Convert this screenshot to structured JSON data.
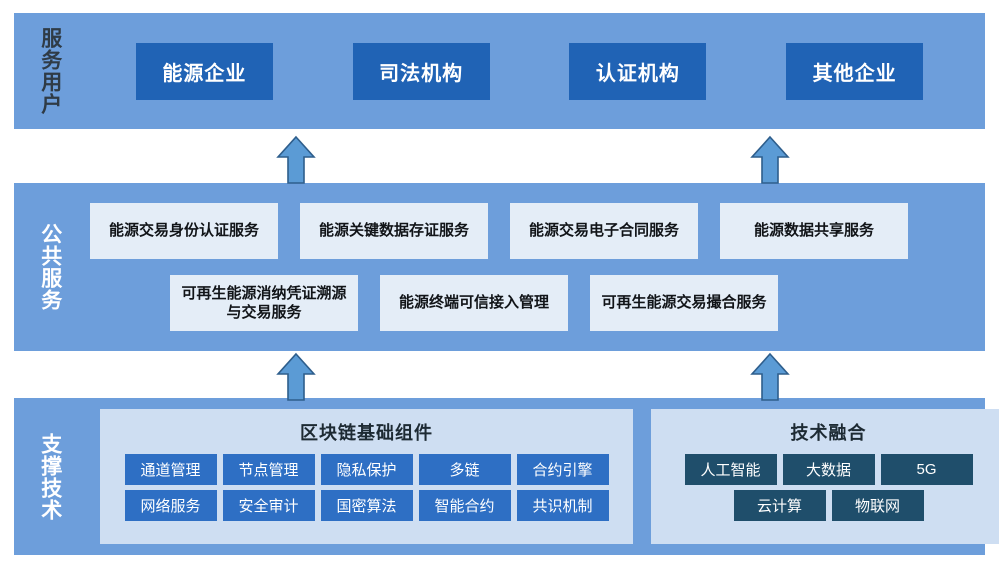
{
  "layers": {
    "users": {
      "label": "服务用户",
      "boxes": [
        {
          "label": "能源企业"
        },
        {
          "label": "司法机构"
        },
        {
          "label": "认证机构"
        },
        {
          "label": "其他企业"
        }
      ]
    },
    "public": {
      "label": "公共服务",
      "row1": [
        {
          "label": "能源交易身份认证服务"
        },
        {
          "label": "能源关键数据存证服务"
        },
        {
          "label": "能源交易电子合同服务"
        },
        {
          "label": "能源数据共享服务"
        }
      ],
      "row2": [
        {
          "label": "可再生能源消纳凭证溯源与交易服务"
        },
        {
          "label": "能源终端可信接入管理"
        },
        {
          "label": "可再生能源交易撮合服务"
        }
      ]
    },
    "support": {
      "label": "支撑技术",
      "blockchain": {
        "title": "区块链基础组件",
        "row1": [
          "通道管理",
          "节点管理",
          "隐私保护",
          "多链",
          "合约引擎"
        ],
        "row2": [
          "网络服务",
          "安全审计",
          "国密算法",
          "智能合约",
          "共识机制"
        ]
      },
      "fusion": {
        "title": "技术融合",
        "row1": [
          "人工智能",
          "大数据",
          "5G"
        ],
        "row2": [
          "云计算",
          "物联网"
        ]
      }
    }
  },
  "arrows": [
    {
      "name": "arrow-public-to-users-left",
      "direction": "up"
    },
    {
      "name": "arrow-public-to-users-right",
      "direction": "up"
    },
    {
      "name": "arrow-support-to-public-left",
      "direction": "up"
    },
    {
      "name": "arrow-support-to-public-right",
      "direction": "up"
    }
  ],
  "colors": {
    "band_background": "#6D9EDB",
    "user_box": "#2063B5",
    "service_box": "#E4EDF7",
    "panel_background": "#CEDEF2",
    "blockchain_chip": "#2E6FC4",
    "fusion_chip": "#1F4E6B",
    "arrow_fill": "#5B9BD5",
    "arrow_stroke": "#2E5E8C"
  }
}
